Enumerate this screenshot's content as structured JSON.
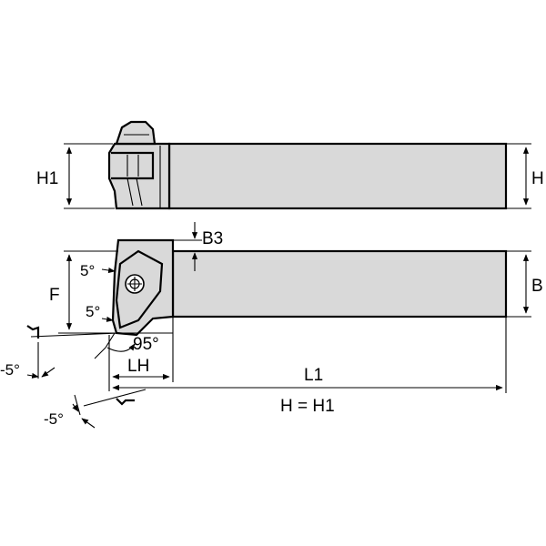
{
  "labels": {
    "h1_side": "H1",
    "h_side": "H",
    "b3": "B3",
    "b": "B",
    "f": "F",
    "angle_5_top": "5°",
    "angle_5_mid": "5°",
    "angle_95": "95°",
    "angle_neg5_left": "-5°",
    "angle_neg5_bottom": "-5°",
    "lh": "LH",
    "l1": "L1",
    "h_equals_h1": "H = H1"
  },
  "colors": {
    "body": "#d9d9d9",
    "stroke": "#000000",
    "background": "#ffffff"
  }
}
